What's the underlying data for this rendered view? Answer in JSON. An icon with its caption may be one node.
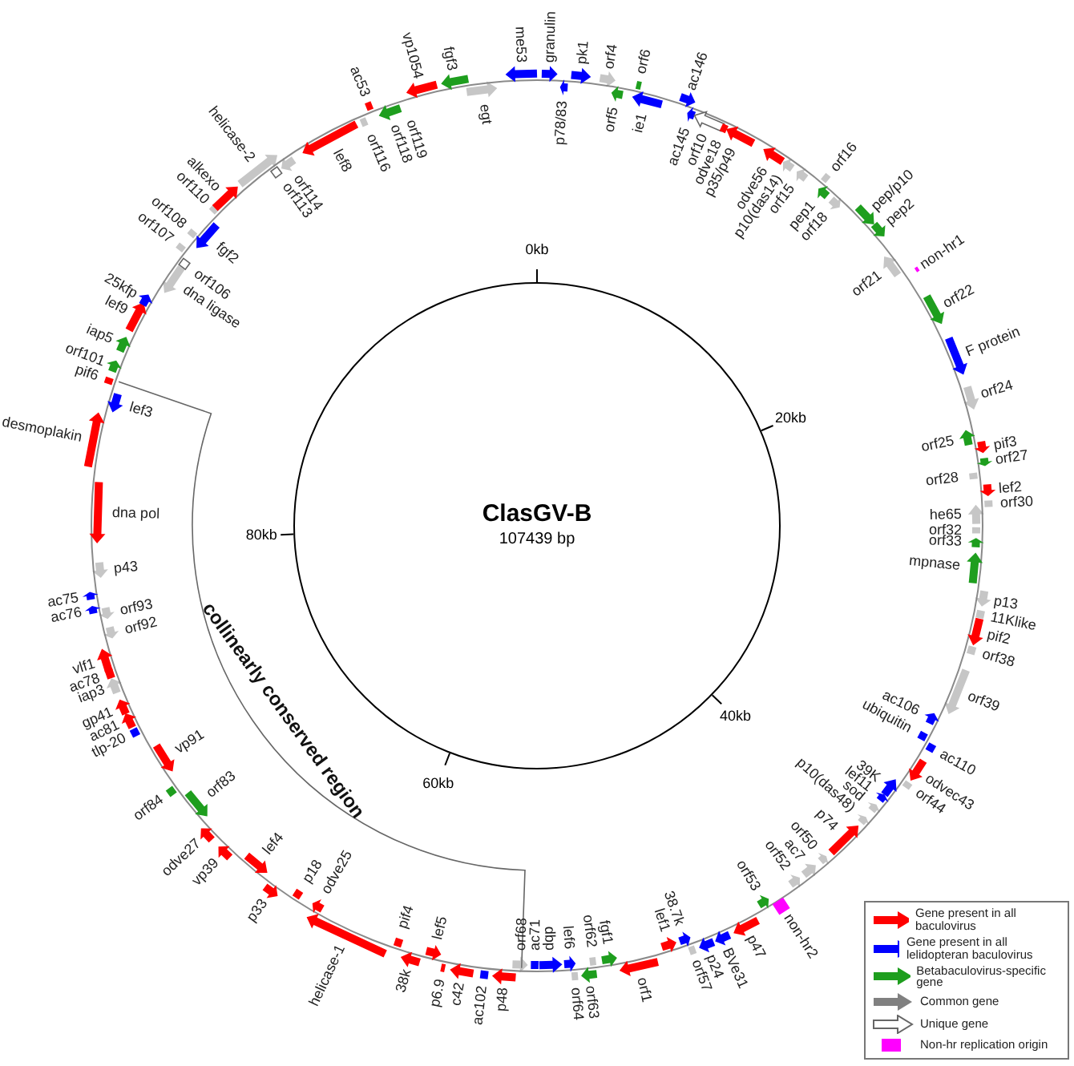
{
  "diagram": {
    "nodes": [
      {
        "text": [
          "ClasGV-B",
          "107439 bp"
        ]
      }
    ],
    "labels": [
      "0kb",
      "20kb",
      "40kb",
      "60kb",
      "80kb",
      "collinearly conserved region",
      "granulin",
      "p78/83",
      "pk1",
      "orf4",
      "orf5",
      "orf6",
      "ie1",
      "ac146",
      "ac145",
      "orf10",
      "odve18",
      "p35/p49",
      "odve56",
      "p10(das14)",
      "orf15",
      "orf16",
      "pep1",
      "orf18",
      "pep/p10",
      "pep2",
      "orf21",
      "non-hr1",
      "orf22",
      "F protein",
      "orf24",
      "orf25",
      "pif3",
      "orf27",
      "orf28",
      "lef2",
      "orf30",
      "he65",
      "orf32",
      "orf33",
      "mpnase",
      "p13",
      "11Klike",
      "pif2",
      "orf38",
      "orf39",
      "ac106",
      "ubiquitin",
      "ac110",
      "odvec43",
      "orf44",
      "39K",
      "lef11",
      "sod",
      "p10(das48)",
      "p74",
      "orf50",
      "ac7",
      "orf52",
      "non-hr2",
      "orf53",
      "p47",
      "BVe31",
      "p24",
      "orf57",
      "38.7k",
      "lef1",
      "orf1",
      "fgf1",
      "orf62",
      "orf63",
      "orf64",
      "lef6",
      "dbp",
      "ac71",
      "orf68",
      "p48",
      "ac102",
      "c42",
      "p6.9",
      "lef5",
      "38k",
      "pif4",
      "helicase-1",
      "odve25",
      "p18",
      "p33",
      "lef4",
      "vp39",
      "odve27",
      "orf83",
      "orf84",
      "vp91",
      "tlp-20",
      "ac81",
      "gp41",
      "iap3",
      "ac78",
      "vlf1",
      "orf92",
      "orf93",
      "ac76",
      "ac75",
      "p43",
      "dna pol",
      "desmoplakin",
      "lef3",
      "pif6",
      "orf101",
      "iap5",
      "lef9",
      "25kfp",
      "dna ligase",
      "orf106",
      "orf107",
      "orf108",
      "fgf2",
      "orf110",
      "alkexo",
      "helicase-2",
      "orf113",
      "orf114",
      "lef8",
      "orf116",
      "ac53",
      "orf118",
      "orf119",
      "vp1054",
      "fgf3",
      "egt",
      "me53"
    ],
    "legend": [
      {
        "text": "Gene present in all baculovirus",
        "color": "#ff0000"
      },
      {
        "text": "Gene present in all lelidopteran baculovirus",
        "color": "#0000ff"
      },
      {
        "text": "Betabaculovirus-specific gene",
        "color": "#1e9e1e"
      },
      {
        "text": "Common gene",
        "color": "#808080"
      },
      {
        "text": "Unique gene"
      },
      {
        "text": "Non-hr replication origin",
        "color": "#ff00ff"
      }
    ]
  }
}
